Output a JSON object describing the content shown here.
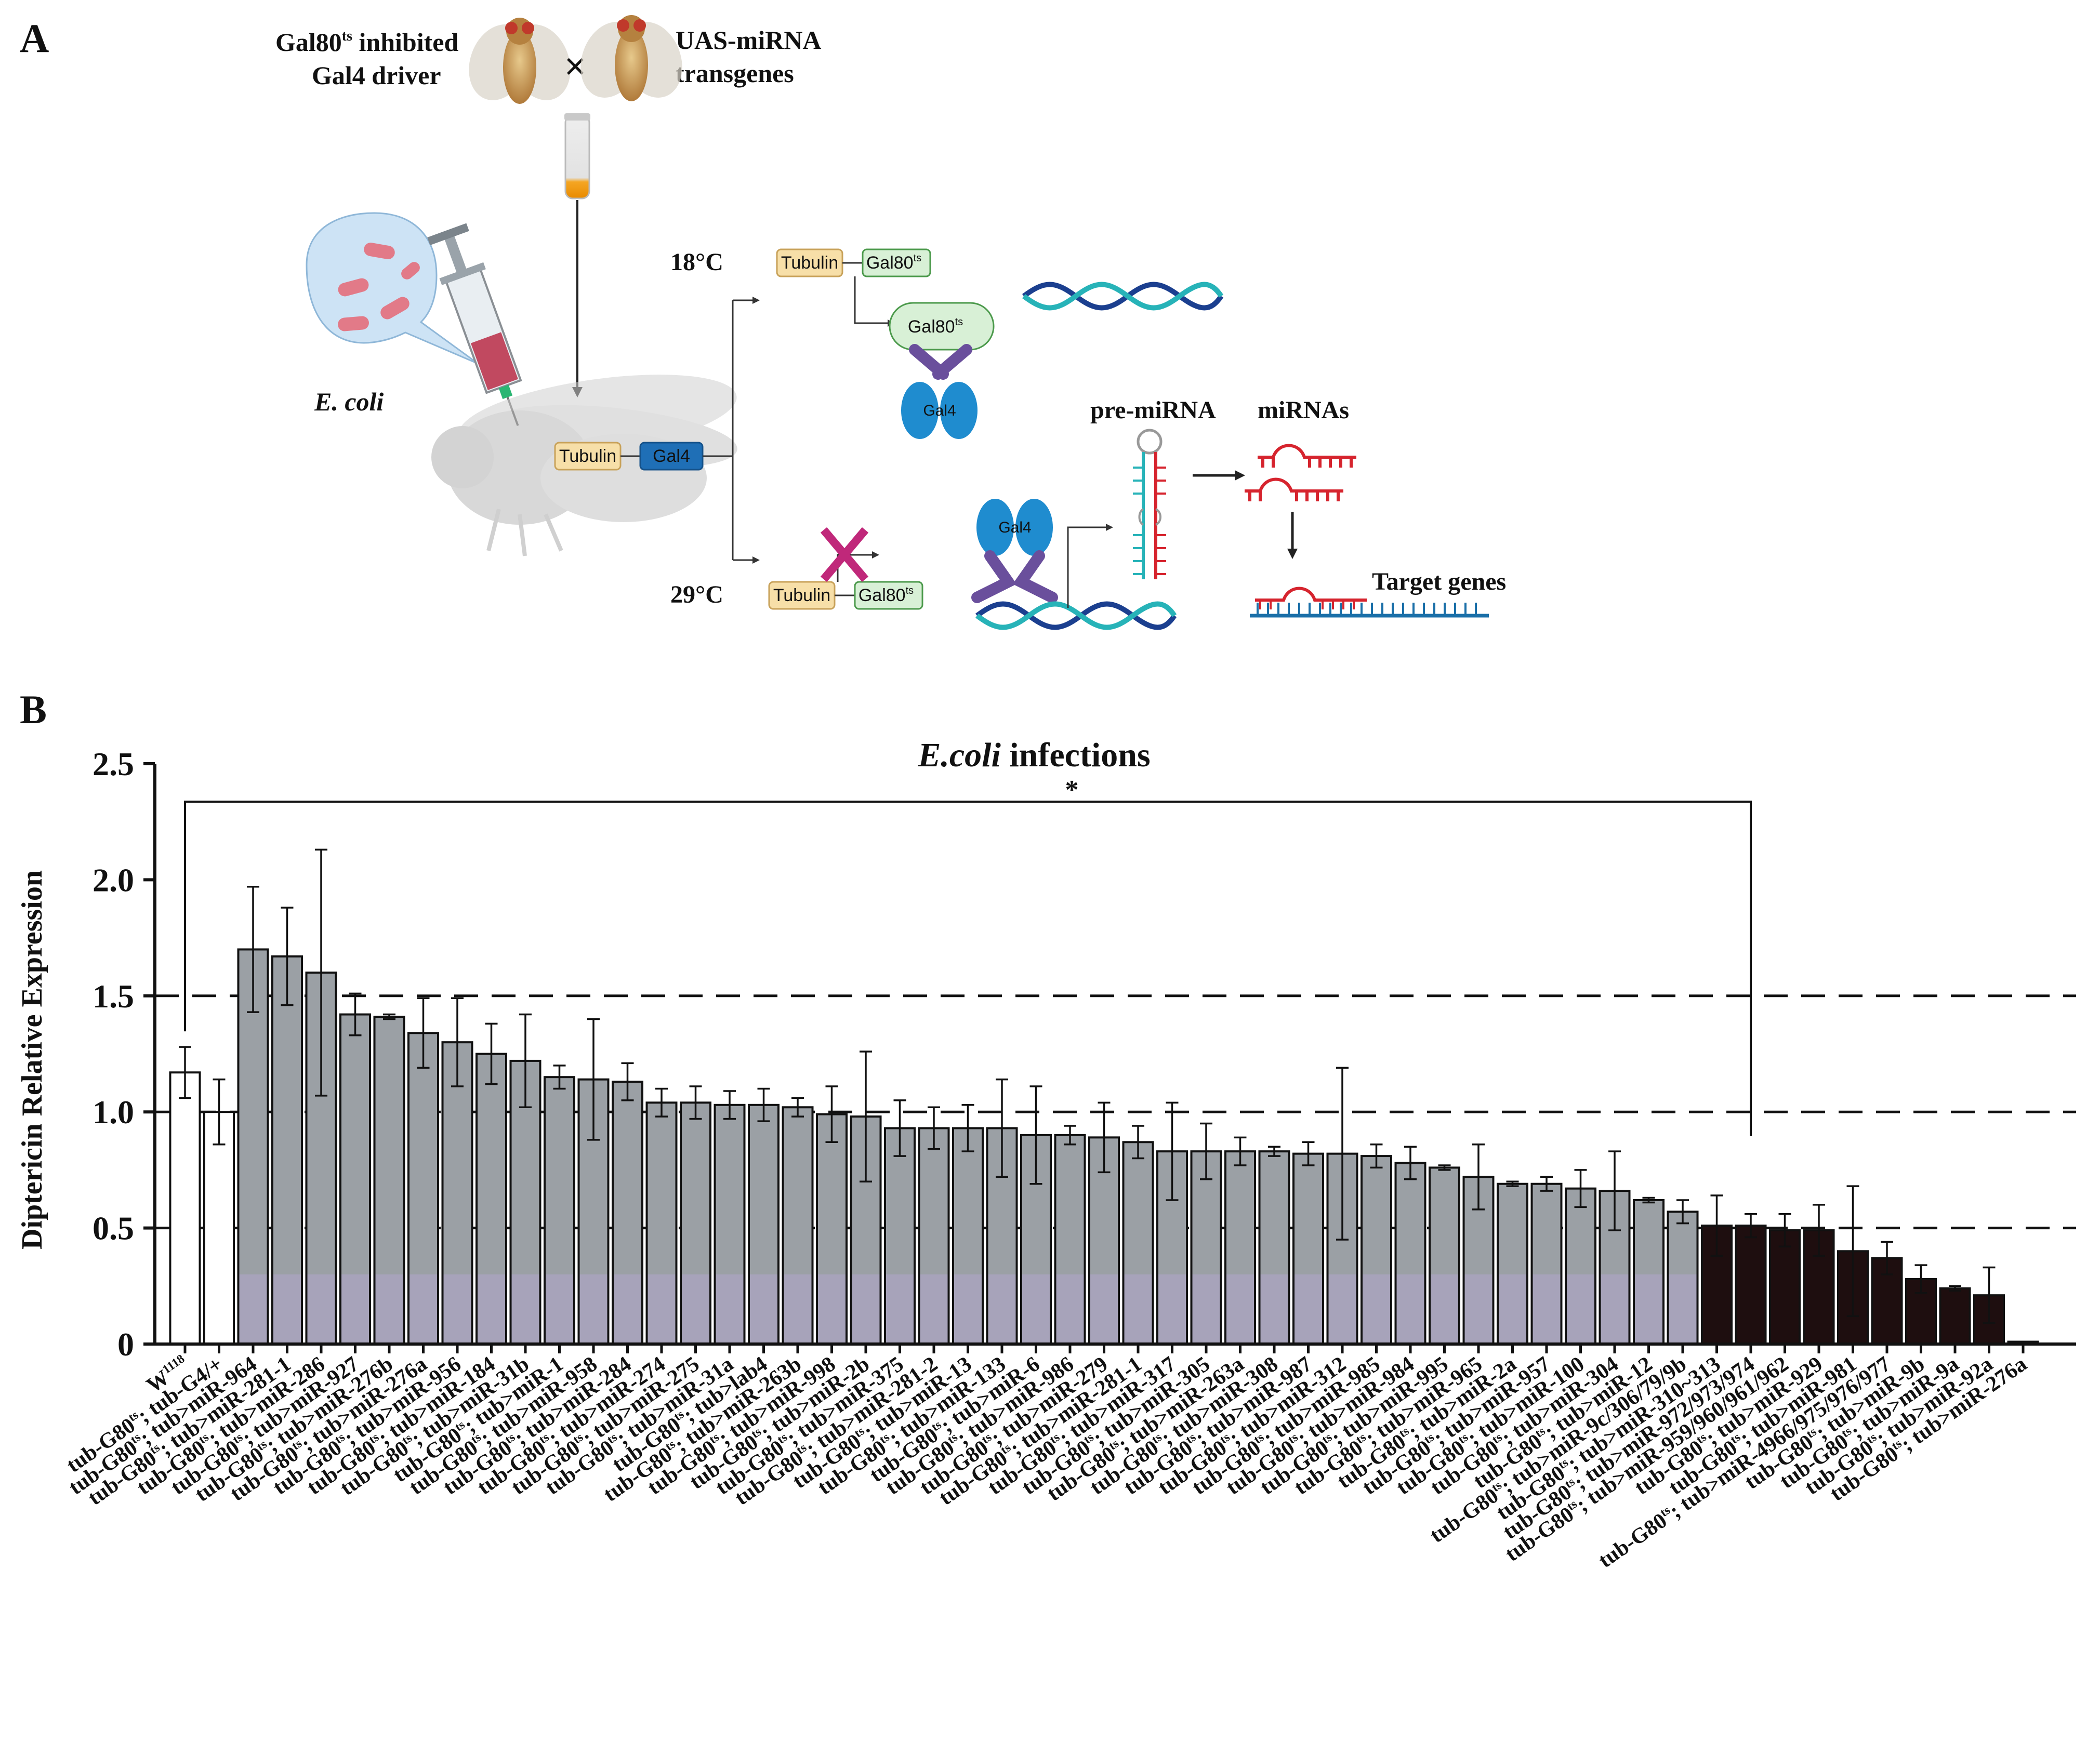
{
  "panelA": {
    "letter": "A",
    "cross_left": [
      "Gal80",
      "ts",
      " inhibited",
      "Gal4 driver"
    ],
    "cross_right": [
      "UAS-miRNA",
      "transgenes"
    ],
    "cross_symbol": "×",
    "ecoli_label": "E. coli",
    "temp_low": "18°C",
    "temp_high": "29°C",
    "tubulin": "Tubulin",
    "gal80": "Gal80",
    "ts": "ts",
    "gal4": "Gal4",
    "pre_mirna": "pre-miRNA",
    "mirnas": "miRNAs",
    "target_genes": "Target genes",
    "colors": {
      "tubulin_fill": "#f7dfa8",
      "gal80_fill": "#d8f0d6",
      "gal4_fill": "#1f6fb6",
      "dna1": "#1b3f8f",
      "dna2": "#27b3b8",
      "rna_red": "#d6242e",
      "receptor": "#6a4f9c"
    }
  },
  "panelB": {
    "letter": "B",
    "significance": "*",
    "title_italic": "E.coli",
    "title_rest": " infections",
    "colors": {
      "white_bar": "#ffffff",
      "grey_bar": "#9ba0a5",
      "lower_tint": "#a7a3ba",
      "dark_bar": "#1e0e0f",
      "axis": "#111111"
    }
  },
  "chart_data": {
    "type": "bar",
    "title": "E.coli infections",
    "ylabel": "Diptericin Relative Expression",
    "ylim": [
      0,
      2.5
    ],
    "yticks": [
      "0",
      "0.5",
      "1.0",
      "1.5",
      "2.0",
      "2.5"
    ],
    "reference_lines": [
      0.5,
      1.0,
      1.5
    ],
    "categories": [
      "W1118",
      "tub-G80ts; tub-G4/+",
      "tub-G80ts; tub>miR-964",
      "tub-G80ts; tub>miR-281-1",
      "tub-G80ts; tub>miR-286",
      "tub-G80ts; tub>miR-927",
      "tub-G80ts; tub>miR-276b",
      "tub-G80ts; tub>miR-276a",
      "tub-G80ts; tub>miR-956",
      "tub-G80ts; tub>miR-184",
      "tub-G80ts; tub>miR-31b",
      "tub-G80ts; tub>miR-1",
      "tub-G80ts; tub>miR-958",
      "tub-G80ts; tub>miR-284",
      "tub-G80ts; tub>miR-274",
      "tub-G80ts; tub>miR-275",
      "tub-G80ts; tub>miR-31a",
      "tub-G80ts; tub>lab4",
      "tub-G80ts; tub>miR-263b",
      "tub-G80ts; tub>miR-998",
      "tub-G80ts; tub>miR-2b",
      "tub-G80ts; tub>miR-375",
      "tub-G80ts; tub>miR-281-2",
      "tub-G80ts; tub>miR-13",
      "tub-G80ts; tub>miR-133",
      "tub-G80ts; tub>miR-6",
      "tub-G80ts; tub>miR-986",
      "tub-G80ts; tub>miR-279",
      "tub-G80ts; tub>miR-281-1",
      "tub-G80ts; tub>miR-317",
      "tub-G80ts; tub>miR-305",
      "tub-G80ts; tub>miR-263a",
      "tub-G80ts; tub>miR-308",
      "tub-G80ts; tub>miR-987",
      "tub-G80ts; tub>miR-312",
      "tub-G80ts; tub>miR-985",
      "tub-G80ts; tub>miR-984",
      "tub-G80ts; tub>miR-995",
      "tub-G80ts; tub>miR-965",
      "tub-G80ts; tub>miR-2a",
      "tub-G80ts; tub>miR-957",
      "tub-G80ts; tub>miR-100",
      "tub-G80ts; tub>miR-304",
      "tub-G80ts; tub>miR-12",
      "tub-G80ts; tub>miR-9c/306/79/9b",
      "tub-G80ts; tub>miR-310~313",
      "tub-G80ts; tub>miR-972/973/974",
      "tub-G80ts; tub>miR-959/960/961/962",
      "tub-G80ts; tub>miR-929",
      "tub-G80ts; tub>miR-981",
      "tub-G80ts; tub>miR-4966/975/976/977",
      "tub-G80ts; tub>miR-9b",
      "tub-G80ts; tub>miR-9a",
      "tub-G80ts; tub>miR-92a",
      "tub-G80ts; tub>miR-276a"
    ],
    "label_parts": [
      [
        "W",
        "1118",
        ""
      ],
      [
        "tub-G80",
        "ts",
        "; tub-G4/+"
      ],
      [
        "tub-G80",
        "ts",
        "; tub>miR-964"
      ],
      [
        "tub-G80",
        "ts",
        "; tub>miR-281-1"
      ],
      [
        "tub-G80",
        "ts",
        "; tub>miR-286"
      ],
      [
        "tub-G80",
        "ts",
        "; tub>miR-927"
      ],
      [
        "tub-G80",
        "ts",
        "; tub>miR-276b"
      ],
      [
        "tub-G80",
        "ts",
        "; tub>miR-276a"
      ],
      [
        "tub-G80",
        "ts",
        "; tub>miR-956"
      ],
      [
        "tub-G80",
        "ts",
        "; tub>miR-184"
      ],
      [
        "tub-G80",
        "ts",
        "; tub>miR-31b"
      ],
      [
        "tub-G80",
        "ts",
        "; tub>miR-1"
      ],
      [
        "tub-G80",
        "ts",
        "; tub>miR-958"
      ],
      [
        "tub-G80",
        "ts",
        "; tub>miR-284"
      ],
      [
        "tub-G80",
        "ts",
        "; tub>miR-274"
      ],
      [
        "tub-G80",
        "ts",
        "; tub>miR-275"
      ],
      [
        "tub-G80",
        "ts",
        "; tub>miR-31a"
      ],
      [
        "tub-G80",
        "ts",
        "; tub>lab4"
      ],
      [
        "tub-G80",
        "ts",
        "; tub>miR-263b"
      ],
      [
        "tub-G80",
        "ts",
        "; tub>miR-998"
      ],
      [
        "tub-G80",
        "ts",
        "; tub>miR-2b"
      ],
      [
        "tub-G80",
        "ts",
        "; tub>miR-375"
      ],
      [
        "tub-G80",
        "ts",
        "; tub>miR-281-2"
      ],
      [
        "tub-G80",
        "ts",
        "; tub>miR-13"
      ],
      [
        "tub-G80",
        "ts",
        "; tub>miR-133"
      ],
      [
        "tub-G80",
        "ts",
        "; tub>miR-6"
      ],
      [
        "tub-G80",
        "ts",
        "; tub>miR-986"
      ],
      [
        "tub-G80",
        "ts",
        "; tub>miR-279"
      ],
      [
        "tub-G80",
        "ts",
        "; tub>miR-281-1"
      ],
      [
        "tub-G80",
        "ts",
        "; tub>miR-317"
      ],
      [
        "tub-G80",
        "ts",
        "; tub>miR-305"
      ],
      [
        "tub-G80",
        "ts",
        "; tub>miR-263a"
      ],
      [
        "tub-G80",
        "ts",
        "; tub>miR-308"
      ],
      [
        "tub-G80",
        "ts",
        "; tub>miR-987"
      ],
      [
        "tub-G80",
        "ts",
        "; tub>miR-312"
      ],
      [
        "tub-G80",
        "ts",
        "; tub>miR-985"
      ],
      [
        "tub-G80",
        "ts",
        "; tub>miR-984"
      ],
      [
        "tub-G80",
        "ts",
        "; tub>miR-995"
      ],
      [
        "tub-G80",
        "ts",
        "; tub>miR-965"
      ],
      [
        "tub-G80",
        "ts",
        "; tub>miR-2a"
      ],
      [
        "tub-G80",
        "ts",
        "; tub>miR-957"
      ],
      [
        "tub-G80",
        "ts",
        "; tub>miR-100"
      ],
      [
        "tub-G80",
        "ts",
        "; tub>miR-304"
      ],
      [
        "tub-G80",
        "ts",
        "; tub>miR-12"
      ],
      [
        "tub-G80",
        "ts",
        "; tub>miR-9c/306/79/9b"
      ],
      [
        "tub-G80",
        "ts",
        "; tub>miR-310~313"
      ],
      [
        "tub-G80",
        "ts",
        "; tub>miR-972/973/974"
      ],
      [
        "tub-G80",
        "ts",
        "; tub>miR-959/960/961/962"
      ],
      [
        "tub-G80",
        "ts",
        "; tub>miR-929"
      ],
      [
        "tub-G80",
        "ts",
        "; tub>miR-981"
      ],
      [
        "tub-G80",
        "ts",
        "; tub>miR-4966/975/976/977"
      ],
      [
        "tub-G80",
        "ts",
        "; tub>miR-9b"
      ],
      [
        "tub-G80",
        "ts",
        "; tub>miR-9a"
      ],
      [
        "tub-G80",
        "ts",
        "; tub>miR-92a"
      ],
      [
        "tub-G80",
        "ts",
        "; tub>miR-276a"
      ]
    ],
    "values": [
      1.17,
      1.0,
      1.7,
      1.67,
      1.6,
      1.42,
      1.41,
      1.34,
      1.3,
      1.25,
      1.22,
      1.15,
      1.14,
      1.13,
      1.04,
      1.04,
      1.03,
      1.03,
      1.02,
      0.99,
      0.98,
      0.93,
      0.93,
      0.93,
      0.93,
      0.9,
      0.9,
      0.89,
      0.87,
      0.83,
      0.83,
      0.83,
      0.83,
      0.82,
      0.82,
      0.81,
      0.78,
      0.76,
      0.72,
      0.69,
      0.69,
      0.67,
      0.66,
      0.62,
      0.57,
      0.51,
      0.51,
      0.49,
      0.49,
      0.4,
      0.37,
      0.28,
      0.24,
      0.21,
      0.01
    ],
    "errors": [
      0.11,
      0.14,
      0.27,
      0.21,
      0.53,
      0.09,
      0.01,
      0.15,
      0.19,
      0.13,
      0.2,
      0.05,
      0.26,
      0.08,
      0.06,
      0.07,
      0.06,
      0.07,
      0.04,
      0.12,
      0.28,
      0.12,
      0.09,
      0.1,
      0.21,
      0.21,
      0.04,
      0.15,
      0.07,
      0.21,
      0.12,
      0.06,
      0.02,
      0.05,
      0.37,
      0.05,
      0.07,
      0.01,
      0.14,
      0.01,
      0.03,
      0.08,
      0.17,
      0.01,
      0.05,
      0.13,
      0.05,
      0.07,
      0.11,
      0.28,
      0.07,
      0.06,
      0.01,
      0.12,
      0.0
    ],
    "groups": [
      "control",
      "control",
      "grey",
      "grey",
      "grey",
      "grey",
      "grey",
      "grey",
      "grey",
      "grey",
      "grey",
      "grey",
      "grey",
      "grey",
      "grey",
      "grey",
      "grey",
      "grey",
      "grey",
      "grey",
      "grey",
      "grey",
      "grey",
      "grey",
      "grey",
      "grey",
      "grey",
      "grey",
      "grey",
      "grey",
      "grey",
      "grey",
      "grey",
      "grey",
      "grey",
      "grey",
      "grey",
      "grey",
      "grey",
      "grey",
      "grey",
      "grey",
      "grey",
      "grey",
      "grey",
      "dark",
      "dark",
      "dark",
      "dark",
      "dark",
      "dark",
      "dark",
      "dark",
      "dark",
      "dark"
    ],
    "significance_bracket": {
      "from": "W1118",
      "to": "tub-G80ts; tub>miR-972/973/974",
      "label": "*"
    },
    "grid": false
  }
}
